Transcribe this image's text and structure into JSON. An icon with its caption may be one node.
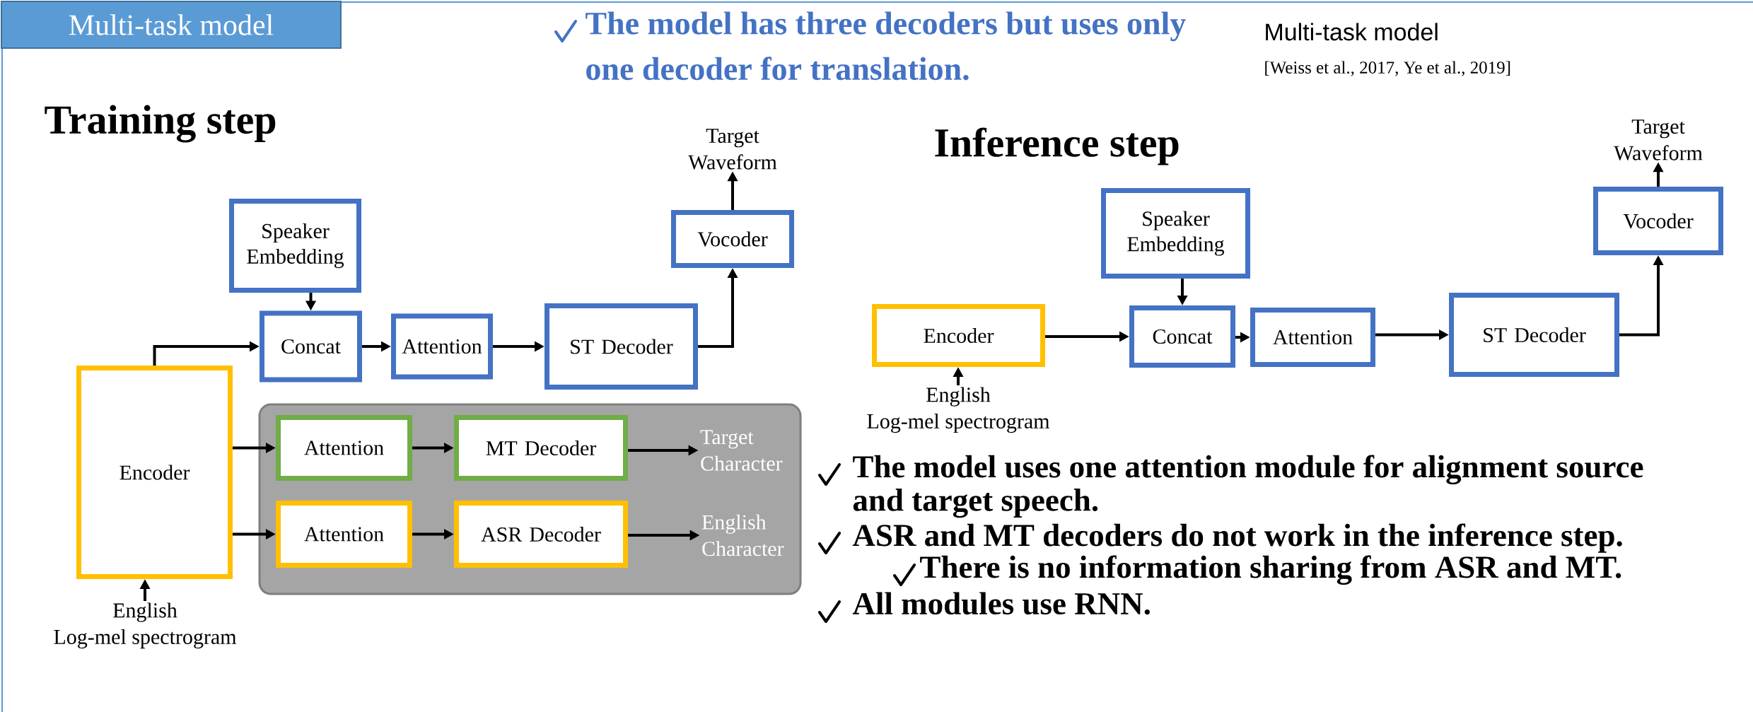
{
  "diagram": {
    "title": "Multi-task model",
    "nodes": [
      {
        "text": [
          "Encoder"
        ]
      },
      {
        "text": [
          "Speaker Embedding"
        ]
      },
      {
        "text": [
          "Concat"
        ]
      },
      {
        "text": [
          "Attention"
        ]
      },
      {
        "text": [
          "ST Decoder"
        ]
      },
      {
        "text": [
          "Vocoder"
        ]
      },
      {
        "text": [
          "Target Waveform"
        ]
      },
      {
        "text": [
          "English Log-mel spectrogram"
        ]
      },
      {
        "text": [],
        "shape": "box"
      },
      {
        "text": [
          "Attention"
        ],
        "in": 8
      },
      {
        "text": [
          "MT Decoder"
        ],
        "in": 8
      },
      {
        "text": [
          "Target Character"
        ],
        "in": 8
      },
      {
        "text": [
          "Attention"
        ],
        "in": 8
      },
      {
        "text": [
          "ASR Decoder"
        ],
        "in": 8
      },
      {
        "text": [
          "English Character"
        ],
        "in": 8
      },
      {
        "text": [
          "Encoder"
        ]
      },
      {
        "text": [
          "Speaker Embedding"
        ]
      },
      {
        "text": [
          "Concat"
        ]
      },
      {
        "text": [
          "Attention"
        ]
      },
      {
        "text": [
          "ST Decoder"
        ]
      },
      {
        "text": [
          "Vocoder"
        ]
      },
      {
        "text": [
          "Target Waveform"
        ]
      },
      {
        "text": [
          "English Log-mel spectrogram"
        ]
      }
    ],
    "edges": [
      {
        "from": 7,
        "to": 0,
        "arrow": "to"
      },
      {
        "from": 0,
        "to": 2,
        "arrow": "to"
      },
      {
        "from": 1,
        "to": 2,
        "arrow": "to"
      },
      {
        "from": 2,
        "to": 3,
        "arrow": "to"
      },
      {
        "from": 3,
        "to": 4,
        "arrow": "to"
      },
      {
        "from": 4,
        "to": 5,
        "arrow": "to"
      },
      {
        "from": 5,
        "to": 6,
        "arrow": "to"
      },
      {
        "from": 0,
        "to": 9,
        "arrow": "to"
      },
      {
        "from": 9,
        "to": 10,
        "arrow": "to"
      },
      {
        "from": 10,
        "to": 11,
        "arrow": "to"
      },
      {
        "from": 0,
        "to": 12,
        "arrow": "to"
      },
      {
        "from": 12,
        "to": 13,
        "arrow": "to"
      },
      {
        "from": 13,
        "to": 14,
        "arrow": "to"
      },
      {
        "from": 22,
        "to": 15,
        "arrow": "to"
      },
      {
        "from": 15,
        "to": 17,
        "arrow": "to"
      },
      {
        "from": 16,
        "to": 17,
        "arrow": "to"
      },
      {
        "from": 17,
        "to": 18,
        "arrow": "to"
      },
      {
        "from": 18,
        "to": 19,
        "arrow": "to"
      },
      {
        "from": 19,
        "to": 20,
        "arrow": "to"
      },
      {
        "from": 20,
        "to": 21,
        "arrow": "to"
      }
    ],
    "labels": [
      "The model has three decoders but uses only one decoder for translation.",
      "Multi-task model",
      "[Weiss et al., 2017, Ye et al.,  2019]",
      "Training step",
      "Inference step",
      "The model uses one attention module for alignment source and target speech.",
      "ASR and MT decoders do not work in the inference step.",
      "There is no information sharing from ASR and MT.",
      "All modules use RNN."
    ]
  }
}
